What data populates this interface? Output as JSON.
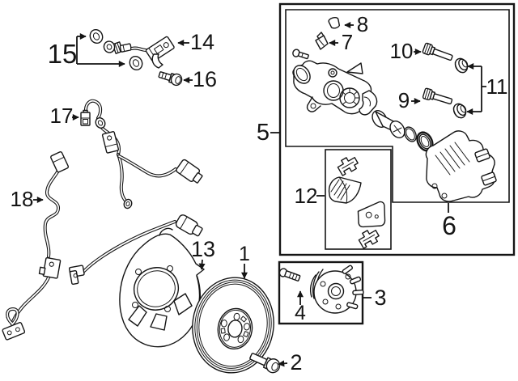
{
  "colors": {
    "line": "#151515",
    "bg": "#ffffff"
  },
  "callouts": {
    "c1": "1",
    "c2": "2",
    "c3": "3",
    "c4": "4",
    "c5": "5",
    "c6": "6",
    "c7": "7",
    "c8": "8",
    "c9": "9",
    "c10": "10",
    "c11": "11",
    "c12": "12",
    "c13": "13",
    "c14": "14",
    "c15": "15",
    "c16": "16",
    "c17": "17",
    "c18": "18"
  }
}
